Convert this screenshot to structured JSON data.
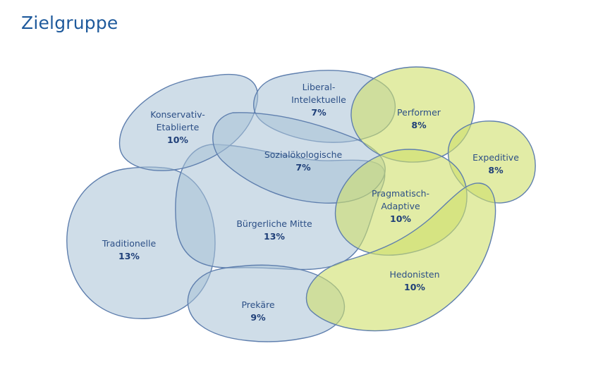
{
  "title": "Zielgruppe",
  "colors": {
    "blue_fill": "#a8c1d5",
    "green_fill": "#cfe06a",
    "outline": "#5f7fae",
    "text": "#2c4f86"
  },
  "segments": {
    "konservativ": {
      "line1": "Konservativ-",
      "line2": "Etablierte",
      "pct": "10%"
    },
    "liberal": {
      "line1": "Liberal-",
      "line2": "Intelektuelle",
      "pct": "7%"
    },
    "performer": {
      "line1": "Performer",
      "pct": "8%"
    },
    "sozial": {
      "line1": "Sozialökologische",
      "pct": "7%"
    },
    "expeditive": {
      "line1": "Expeditive",
      "pct": "8%"
    },
    "pragmatisch": {
      "line1": "Pragmatisch-",
      "line2": "Adaptive",
      "pct": "10%"
    },
    "buergerlich": {
      "line1": "Bürgerliche Mitte",
      "pct": "13%"
    },
    "traditionelle": {
      "line1": "Traditionelle",
      "pct": "13%"
    },
    "hedonisten": {
      "line1": "Hedonisten",
      "pct": "10%"
    },
    "prekaere": {
      "line1": "Prekäre",
      "pct": "9%"
    }
  }
}
